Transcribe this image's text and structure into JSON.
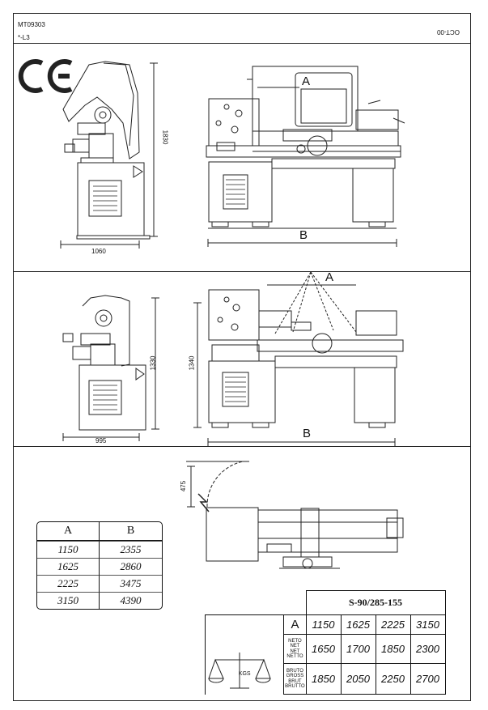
{
  "header": {
    "code": "MT09303",
    "sub": "*-L3",
    "right_code": "OCT-00"
  },
  "top_section": {
    "side_height": "1830",
    "side_width": "1060",
    "front_label_a": "A",
    "front_label_b": "B"
  },
  "middle_section": {
    "side_height": "1330",
    "side_width": "995",
    "front_height": "1340",
    "front_label_a": "A",
    "front_label_b": "B"
  },
  "plan_section": {
    "cover_height": "475"
  },
  "ab_table": {
    "headers": [
      "A",
      "B"
    ],
    "rows": [
      [
        "1150",
        "2355"
      ],
      [
        "1625",
        "2860"
      ],
      [
        "2225",
        "3475"
      ],
      [
        "3150",
        "4390"
      ]
    ]
  },
  "weight_table": {
    "model": "S-90/285-155",
    "a_label": "A",
    "a_values": [
      "1150",
      "1625",
      "2225",
      "3150"
    ],
    "net_labels": [
      "NETO",
      "NET",
      "NET",
      "NETTO"
    ],
    "net_values": [
      "1650",
      "1700",
      "1850",
      "2300"
    ],
    "gross_labels": [
      "BRUTO",
      "GROSS",
      "BRUT",
      "BRUTTO"
    ],
    "gross_values": [
      "1850",
      "2050",
      "2250",
      "2700"
    ],
    "scale_unit": "KGS"
  }
}
